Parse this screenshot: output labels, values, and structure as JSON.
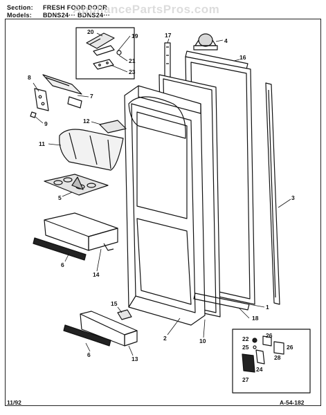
{
  "header": {
    "section_label": "Section:",
    "section_value": "FRESH FOOD DOOR",
    "models_label": "Models:",
    "models_value": "BDNS24··· BDNS24···"
  },
  "watermark": "AppliancePartsPros.com",
  "callouts": [
    "1",
    "2",
    "3",
    "4",
    "5",
    "6",
    "6",
    "7",
    "8",
    "9",
    "10",
    "11",
    "12",
    "13",
    "14",
    "15",
    "16",
    "17",
    "18",
    "19",
    "20",
    "21",
    "22",
    "23",
    "24",
    "25",
    "26",
    "26",
    "27",
    "28"
  ],
  "footer": {
    "date": "11/92",
    "code": "A-54-182"
  }
}
